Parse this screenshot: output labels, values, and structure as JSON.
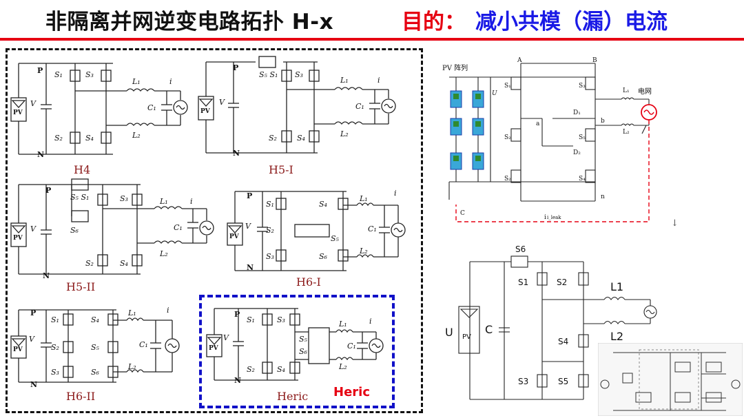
{
  "title": {
    "main": "非隔离并网逆变电路拓扑 H-x",
    "purpose_prefix": "目的：",
    "purpose_text": "减小共模（漏）电流"
  },
  "circuits": {
    "h4": {
      "label": "H4"
    },
    "h5_1": {
      "label": "H5-I"
    },
    "h5_2": {
      "label": "H5-II"
    },
    "h6_1": {
      "label": "H6-I"
    },
    "h6_2": {
      "label": "H6-II"
    },
    "heric": {
      "label": "Heric",
      "highlight": "Heric"
    }
  },
  "right_top": {
    "pv_array": "PV\n阵列",
    "node_a": "A",
    "node_b": "B",
    "grid": "电网",
    "leak_current": "i_leak"
  },
  "right_mid": {
    "s6": "S6",
    "s1": "S1",
    "s2": "S2",
    "s3": "S3",
    "s4": "S4",
    "s5": "S5",
    "l1": "L1",
    "l2": "L2",
    "u": "U",
    "c": "C",
    "pv": "PV"
  },
  "colors": {
    "title_red": "#e60012",
    "title_blue": "#1a1ae6",
    "heric_frame": "#1010c8",
    "label_brown": "#8b1a1a"
  }
}
